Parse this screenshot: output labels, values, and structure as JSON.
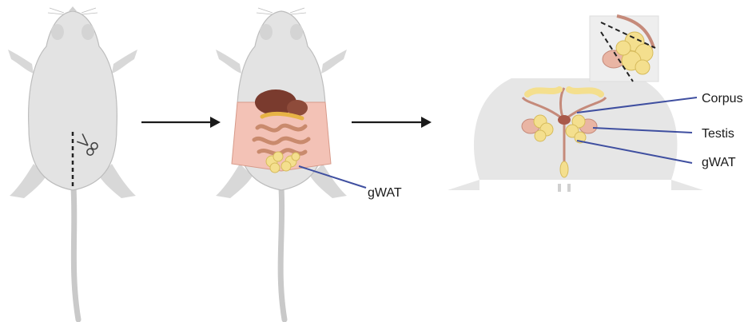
{
  "labels": {
    "gwat_panel2": "gWAT",
    "corpus": "Corpus",
    "testis": "Testis",
    "gwat_panel3": "gWAT"
  },
  "colors": {
    "mouse_body": "#e3e3e3",
    "mouse_outline": "#bdbdbd",
    "skin_flap": "#f3c2b6",
    "fat": "#f4df8e",
    "organ_dark": "#7a3b2e",
    "intestine": "#c98a6d",
    "callout_line": "#3f4fa0",
    "arrow": "#1a1a1a"
  },
  "icons": [
    "scissors-icon",
    "arrow-right-icon"
  ]
}
